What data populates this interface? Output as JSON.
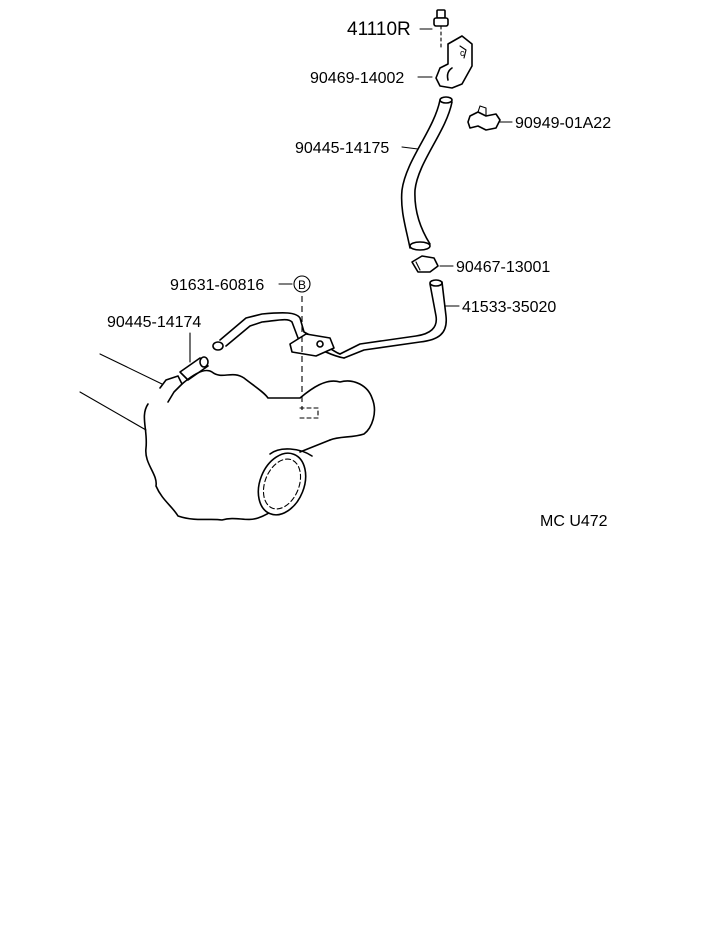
{
  "diagram": {
    "callouts": {
      "cap": "41110R",
      "clamp_top": "90469-14002",
      "clip": "90949-01A22",
      "hose_upper": "90445-14175",
      "clamp_lower": "90467-13001",
      "pipe": "41533-35020",
      "bolt": "91631-60816",
      "bolt_ref": "B",
      "hose_lower": "90445-14174"
    },
    "drawing_code": "MC U472"
  },
  "colors": {
    "ink": "#000000",
    "background": "#ffffff"
  }
}
